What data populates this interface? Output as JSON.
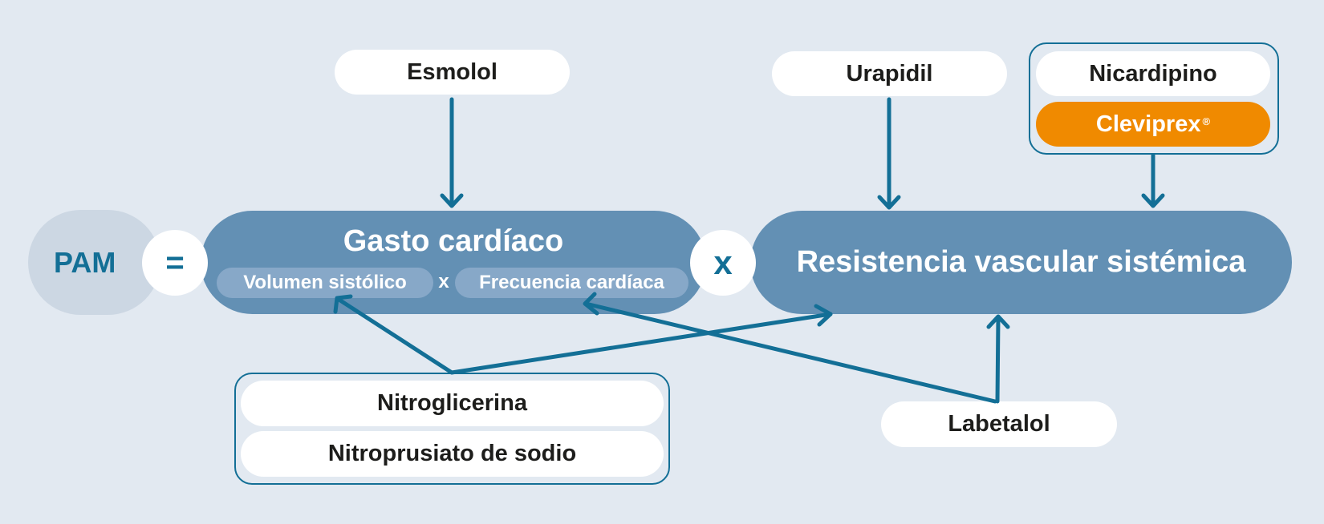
{
  "formula": {
    "pam": "PAM",
    "equals": "=",
    "gasto": "Gasto cardíaco",
    "volumen": "Volumen sistólico",
    "mult_small": "x",
    "frecuencia": "Frecuencia cardíaca",
    "mult": "x",
    "resistencia": "Resistencia vascular sistémica"
  },
  "drugs": {
    "esmolol": "Esmolol",
    "urapidil": "Urapidil",
    "nicardipino": "Nicardipino",
    "cleviprex": "Cleviprex",
    "cleviprex_mark": "®",
    "nitroglicerina": "Nitroglicerina",
    "nitroprusiato": "Nitroprusiato de sodio",
    "labetalol": "Labetalol"
  },
  "colors": {
    "background": "#e2e9f1",
    "main_pill": "#6390b4",
    "sub_pill": "#87a8c8",
    "pam_pill": "#ccd7e3",
    "arrow": "#136f96",
    "highlight": "#f08a00"
  }
}
